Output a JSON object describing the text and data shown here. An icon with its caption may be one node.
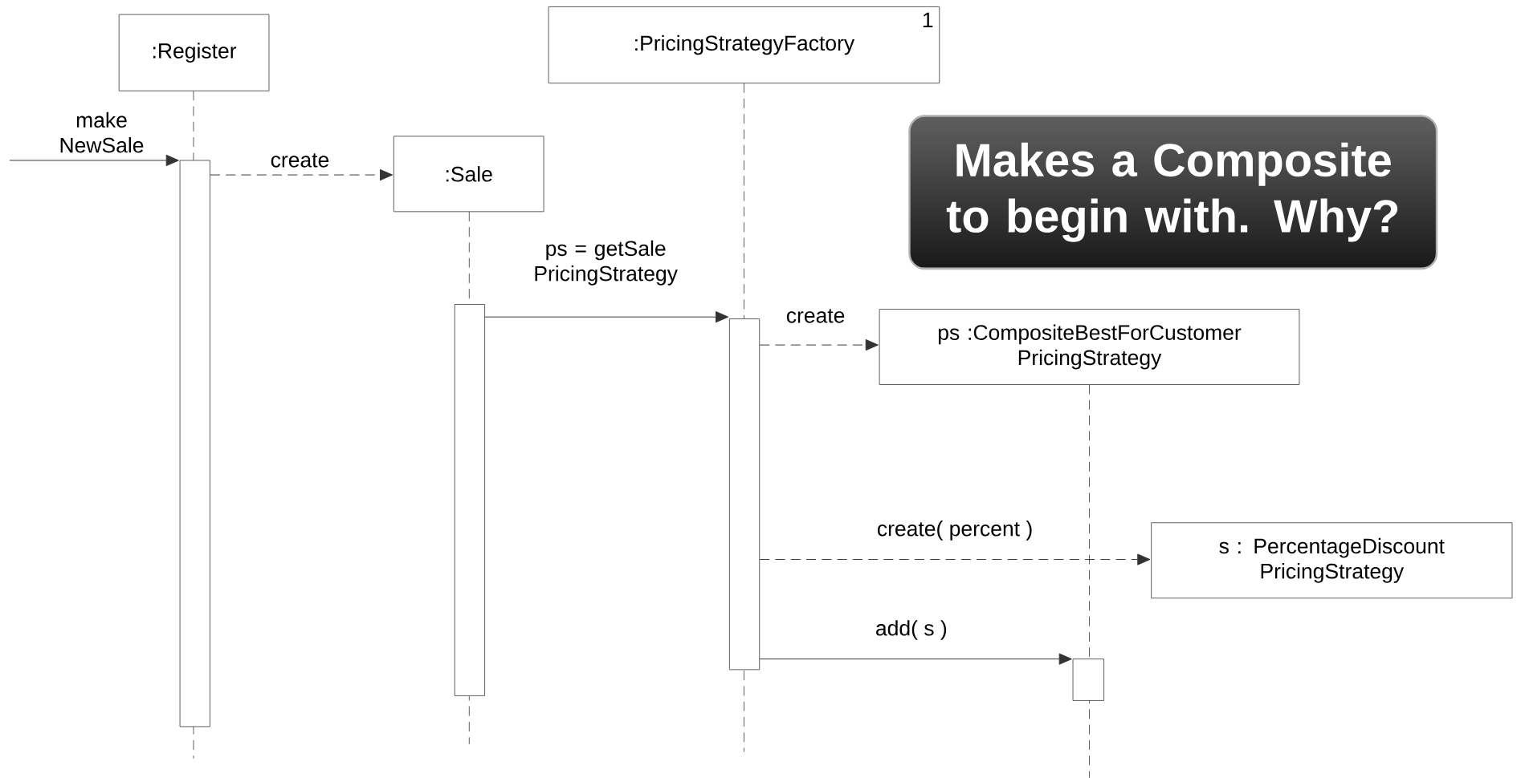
{
  "diagram": {
    "nodes": [
      {
        "text": [
          ":Register"
        ]
      },
      {
        "text": [
          ":Sale"
        ]
      },
      {
        "text": [
          "1",
          ":PricingStrategyFactory"
        ]
      },
      {
        "text": [
          "ps :CompositeBestForCustomer PricingStrategy"
        ]
      },
      {
        "text": [
          "s : PercentageDiscount PricingStrategy"
        ]
      },
      {
        "text": [],
        "shape": "bar"
      },
      {
        "text": [],
        "shape": "bar"
      },
      {
        "text": [],
        "shape": "bar"
      },
      {
        "text": [],
        "shape": "bar"
      },
      {
        "text": [
          "Makes a Composite to begin with. Why?"
        ]
      }
    ],
    "edges": [
      {
        "from": null,
        "to": 5,
        "arrow": "to",
        "label": "make NewSale"
      },
      {
        "from": 5,
        "to": 1,
        "arrow": "to",
        "label": "create",
        "style": "dashed"
      },
      {
        "from": 6,
        "to": 7,
        "arrow": "to",
        "label": "ps = getSale PricingStrategy"
      },
      {
        "from": 7,
        "to": 3,
        "arrow": "to",
        "label": "create",
        "style": "dashed"
      },
      {
        "from": 7,
        "to": 4,
        "arrow": "to",
        "label": "create( percent )",
        "style": "dashed"
      },
      {
        "from": 7,
        "to": 8,
        "arrow": "to",
        "label": "add( s )"
      }
    ]
  }
}
